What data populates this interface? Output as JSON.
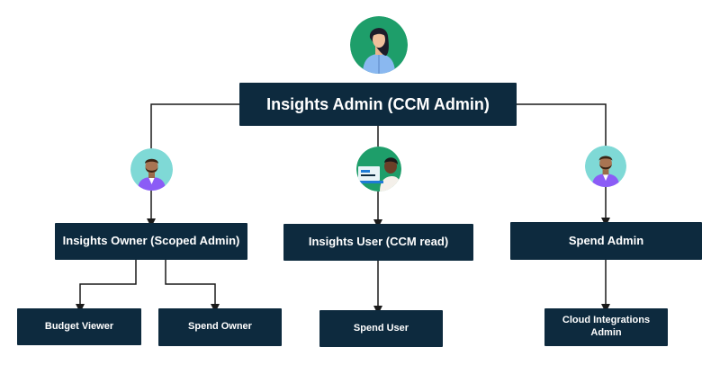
{
  "roles": {
    "insights_admin": "Insights Admin (CCM Admin)",
    "insights_owner": "Insights Owner (Scoped Admin)",
    "insights_user": "Insights User (CCM read)",
    "spend_admin": "Spend Admin",
    "budget_viewer": "Budget Viewer",
    "spend_owner": "Spend Owner",
    "spend_user": "Spend User",
    "cloud_integrations_admin": "Cloud Integrations Admin"
  },
  "colors": {
    "box": "#0d2a3e",
    "box_text": "#ffffff",
    "connector": "#1a1a1a",
    "avatar_admin_bg": "#1e9e6a",
    "avatar_teal_bg": "#7fd9d6"
  },
  "icons": {
    "top": "woman-avatar-icon",
    "left": "bearded-man-avatar-icon",
    "middle": "laptop-user-avatar-icon",
    "right": "bearded-man-avatar-icon"
  }
}
